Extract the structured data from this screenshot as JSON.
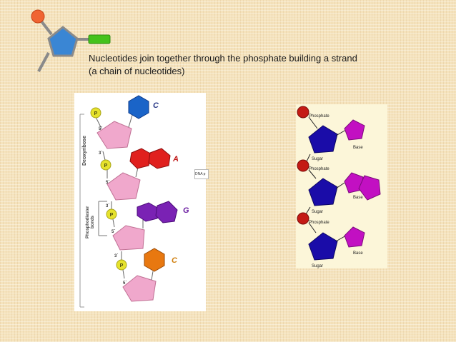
{
  "caption": {
    "line1": "Nucleotides join together through the phosphate building a strand",
    "line2": "(a chain of nucleotides)"
  },
  "left_diagram": {
    "side_label_top": "Deoxyribose",
    "side_label_bottom_1": "Phosphodiester",
    "side_label_bottom_2": "bonds",
    "phosphate_symbol": "P",
    "five_prime": "5´",
    "three_prime": "3´",
    "bases": [
      "C",
      "A",
      "G",
      "C"
    ],
    "fragment_label": "DNA p"
  },
  "right_diagram": {
    "phosphate": "Phosphate",
    "sugar": "Sugar",
    "base": "Base"
  },
  "colors": {
    "base_c": "#1a64c8",
    "base_a": "#e0201e",
    "base_g": "#7a22b4",
    "base_c2": "#e87810",
    "sugar_pink": "#f0a8cc",
    "phosphate_yellow": "#e6e22c",
    "sugar_navy": "#1a0ca8",
    "base_magenta": "#c210c2",
    "phosphate_red": "#c41a14"
  }
}
